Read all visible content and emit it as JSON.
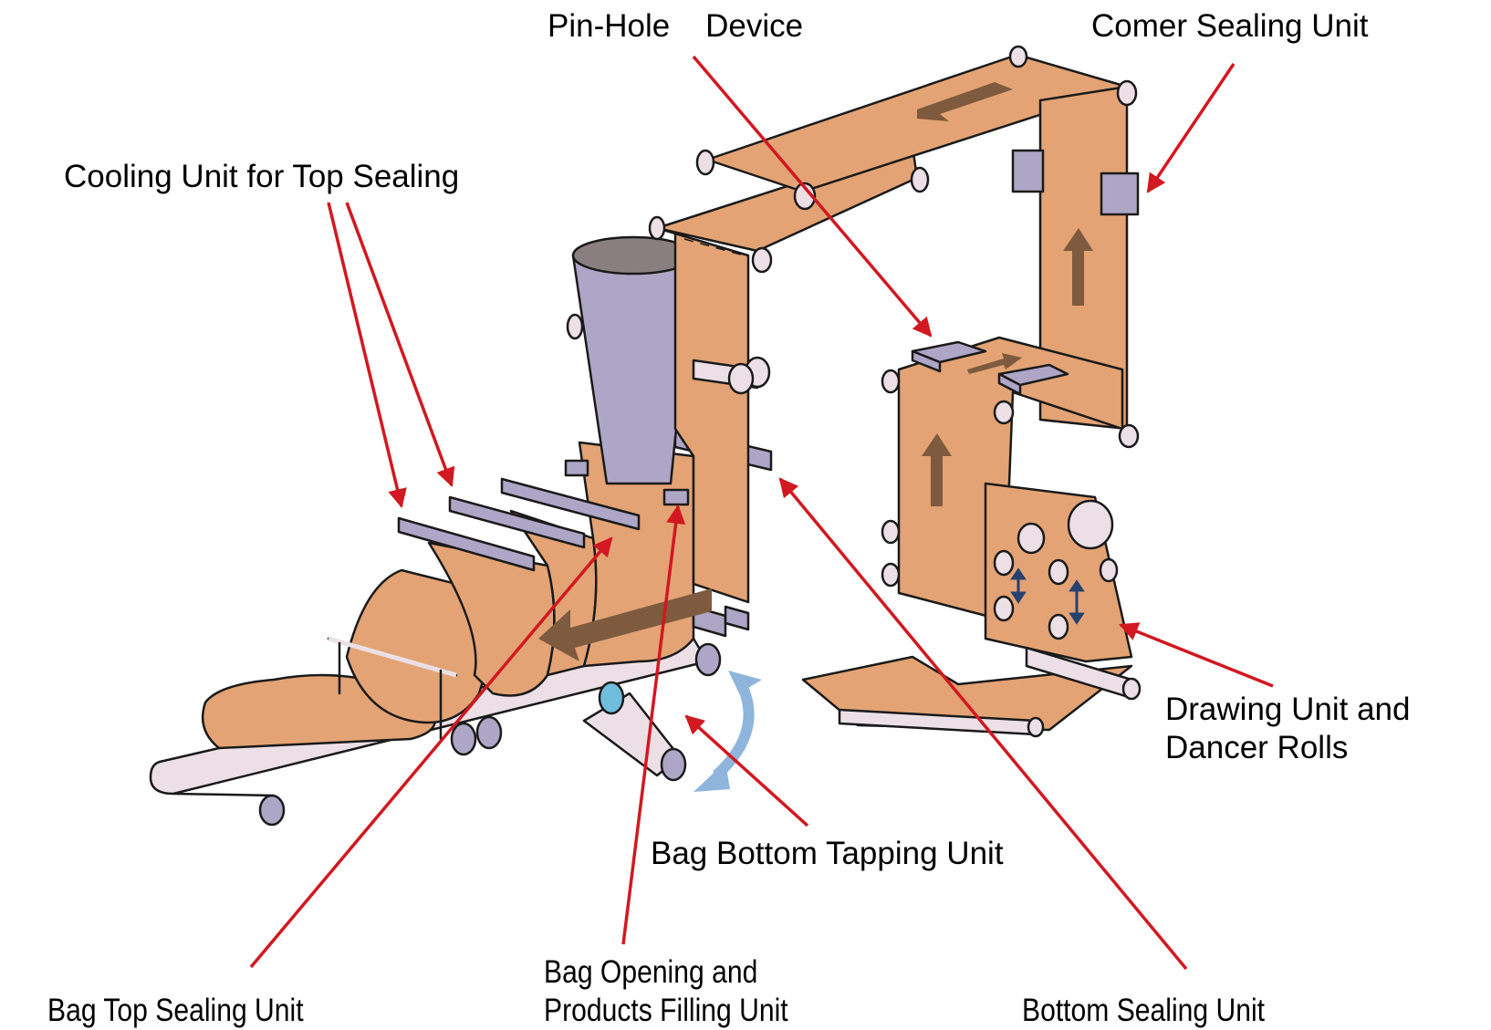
{
  "diagram": {
    "title": "",
    "colors": {
      "film": "#e3a374",
      "roller": "#ece0e6",
      "sealer": "#aea6c6",
      "hopper_top": "#8a7f80",
      "flow_arrow": "#7e5a3e",
      "leader": "#d21820",
      "tap_arrow": "#8fb5dc",
      "dancer_arrow": "#27416e",
      "tap_roller": "#6fbfdc"
    },
    "labels": [
      {
        "id": "pinhole",
        "lines": [
          "Pin-Hole    Device"
        ]
      },
      {
        "id": "corner",
        "lines": [
          "Comer Sealing Unit"
        ]
      },
      {
        "id": "cooling",
        "lines": [
          "Cooling Unit for Top Sealing"
        ]
      },
      {
        "id": "drawing",
        "lines": [
          "Drawing Unit and",
          "Dancer Rolls"
        ]
      },
      {
        "id": "tapping",
        "lines": [
          "Bag Bottom Tapping Unit"
        ]
      },
      {
        "id": "opening",
        "lines": [
          "Bag Opening and",
          "Products Filling Unit"
        ]
      },
      {
        "id": "topseal",
        "lines": [
          "Bag Top Sealing Unit"
        ]
      },
      {
        "id": "bottomseal",
        "lines": [
          "Bottom Sealing Unit"
        ]
      }
    ]
  }
}
